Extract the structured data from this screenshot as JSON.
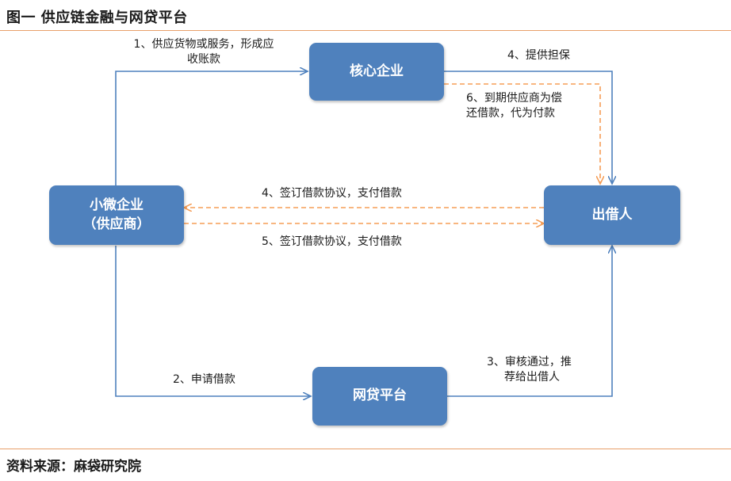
{
  "figure_title": "图一 供应链金融与网贷平台",
  "source": "资料来源：麻袋研究院",
  "nodes": {
    "core": "核心企业",
    "sme_line1": "小微企业",
    "sme_line2": "（供应商）",
    "lender": "出借人",
    "platform": "网贷平台"
  },
  "edges": {
    "e1_line1": "1、供应货物或服务，形成应",
    "e1_line2": "收账款",
    "e2": "2、申请借款",
    "e3_line1": "3、审核通过，推",
    "e3_line2": "荐给出借人",
    "e4_guarantee": "4、提供担保",
    "e4_agreement": "4、签订借款协议，支付借款",
    "e5_agreement": "5、签订借款协议，支付借款",
    "e6_line1": "6、到期供应商为偿",
    "e6_line2": "还借款，代为付款"
  },
  "colors": {
    "node_fill": "#4f81bd",
    "solid_arrow": "#4f81bd",
    "dashed_arrow": "#f59d56",
    "rule": "#e8a06a"
  }
}
